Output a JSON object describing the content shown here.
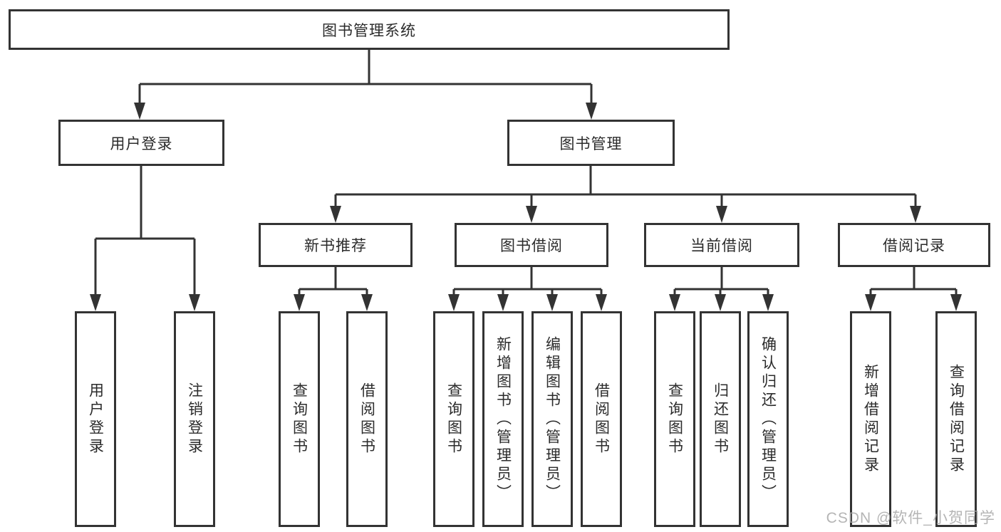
{
  "diagram": {
    "root": {
      "label": "图书管理系统"
    },
    "branches": [
      {
        "label": "用户登录",
        "children": [
          {
            "label": "用户登录"
          },
          {
            "label": "注销登录"
          }
        ]
      },
      {
        "label": "图书管理",
        "children": [
          {
            "label": "新书推荐",
            "children": [
              {
                "label": "查询图书"
              },
              {
                "label": "借阅图书"
              }
            ]
          },
          {
            "label": "图书借阅",
            "children": [
              {
                "label": "查询图书"
              },
              {
                "label": "新增图书（管理员）"
              },
              {
                "label": "编辑图书（管理员）"
              },
              {
                "label": "借阅图书"
              }
            ]
          },
          {
            "label": "当前借阅",
            "children": [
              {
                "label": "查询图书"
              },
              {
                "label": "归还图书"
              },
              {
                "label": "确认归还（管理员）"
              }
            ]
          },
          {
            "label": "借阅记录",
            "children": [
              {
                "label": "新增借阅记录"
              },
              {
                "label": "查询借阅记录"
              }
            ]
          }
        ]
      }
    ]
  },
  "colors": {
    "line": "#333333",
    "box_border": "#333333",
    "text": "#2b2b2b",
    "watermark": "#a8a8a8"
  },
  "watermark": {
    "text": "CSDN @软件_小贺同学"
  }
}
